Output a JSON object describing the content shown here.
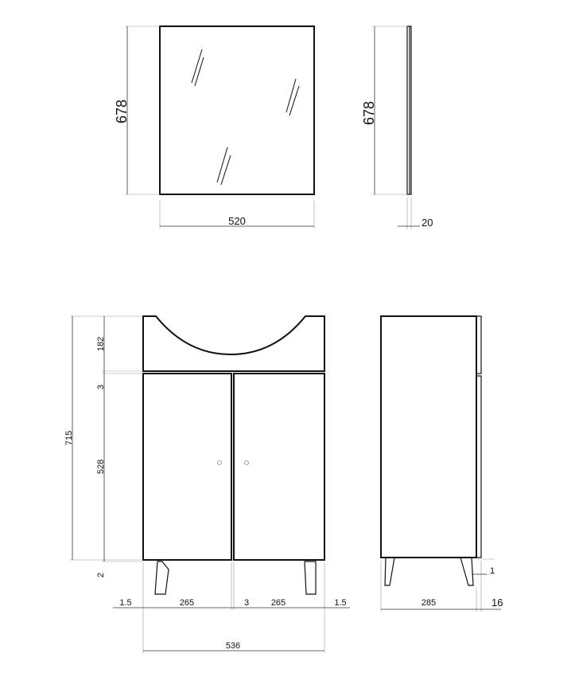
{
  "mirror": {
    "height_label": "678",
    "width_label": "520",
    "side_height_label": "678",
    "depth_label": "20"
  },
  "cabinet": {
    "top_height_label": "182",
    "gap_label": "3",
    "door_height_label": "528",
    "leg_gap_label": "2",
    "total_height_label": "715",
    "left_edge_label": "1.5",
    "door_left_label": "265",
    "center_gap_label": "3",
    "door_right_label": "265",
    "right_edge_label": "1.5",
    "total_width_label": "536",
    "depth_label": "285",
    "side_offset_label": "1",
    "door_depth_label": "16"
  }
}
